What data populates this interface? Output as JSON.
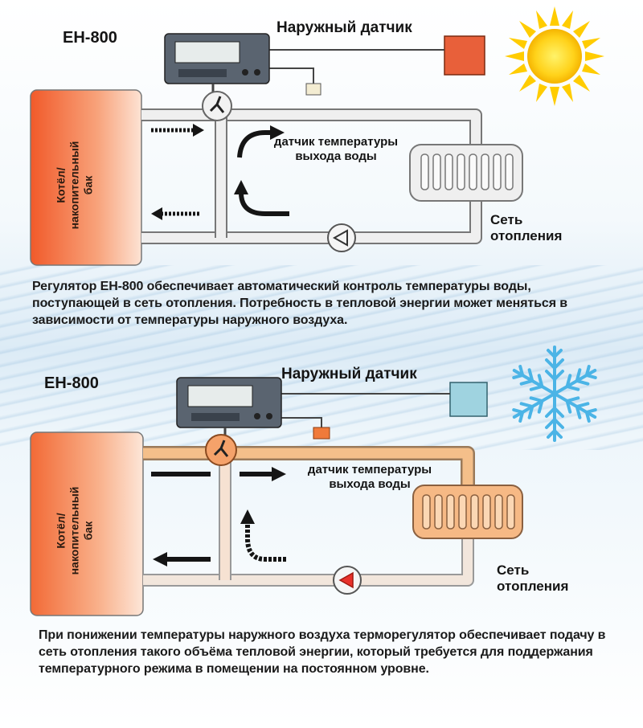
{
  "top": {
    "model_label": "ЕН-800",
    "outdoor_sensor_label": "Наружный датчик",
    "water_sensor_label_1": "датчик температуры",
    "water_sensor_label_2": "выхода воды",
    "network_label_1": "Сеть",
    "network_label_2": "отопления",
    "tank_label_1": "Котёл/",
    "tank_label_2": "накопительный",
    "tank_label_3": "бак",
    "description": "Регулятор ЕН-800 обеспечивает автоматический контроль температуры воды, поступающей в сеть отопления. Потребность в тепловой энергии может меняться в зависимости от температуры наружного воздуха.",
    "weather_icon": "sun-icon",
    "sensor_color": "#e8603a"
  },
  "bottom": {
    "model_label": "ЕН-800",
    "outdoor_sensor_label": "Наружный датчик",
    "water_sensor_label_1": "датчик температуры",
    "water_sensor_label_2": "выхода воды",
    "network_label_1": "Сеть",
    "network_label_2": "отопления",
    "tank_label_1": "Котёл/",
    "tank_label_2": "накопительный",
    "tank_label_3": "бак",
    "description": "При понижении температуры наружного воздуха терморегулятор обеспечивает подачу в сеть отопления такого объёма тепловой энергии, который требуется для поддержания температурного режима в помещении на постоянном уровне.",
    "weather_icon": "snowflake-icon",
    "sensor_color": "#9fd3e0"
  },
  "colors": {
    "tank_orange": "#f05a28",
    "sun_yellow": "#ffcc00",
    "pipe_gray": "#c9c9c9",
    "pipe_warm": "#f2b77a"
  }
}
